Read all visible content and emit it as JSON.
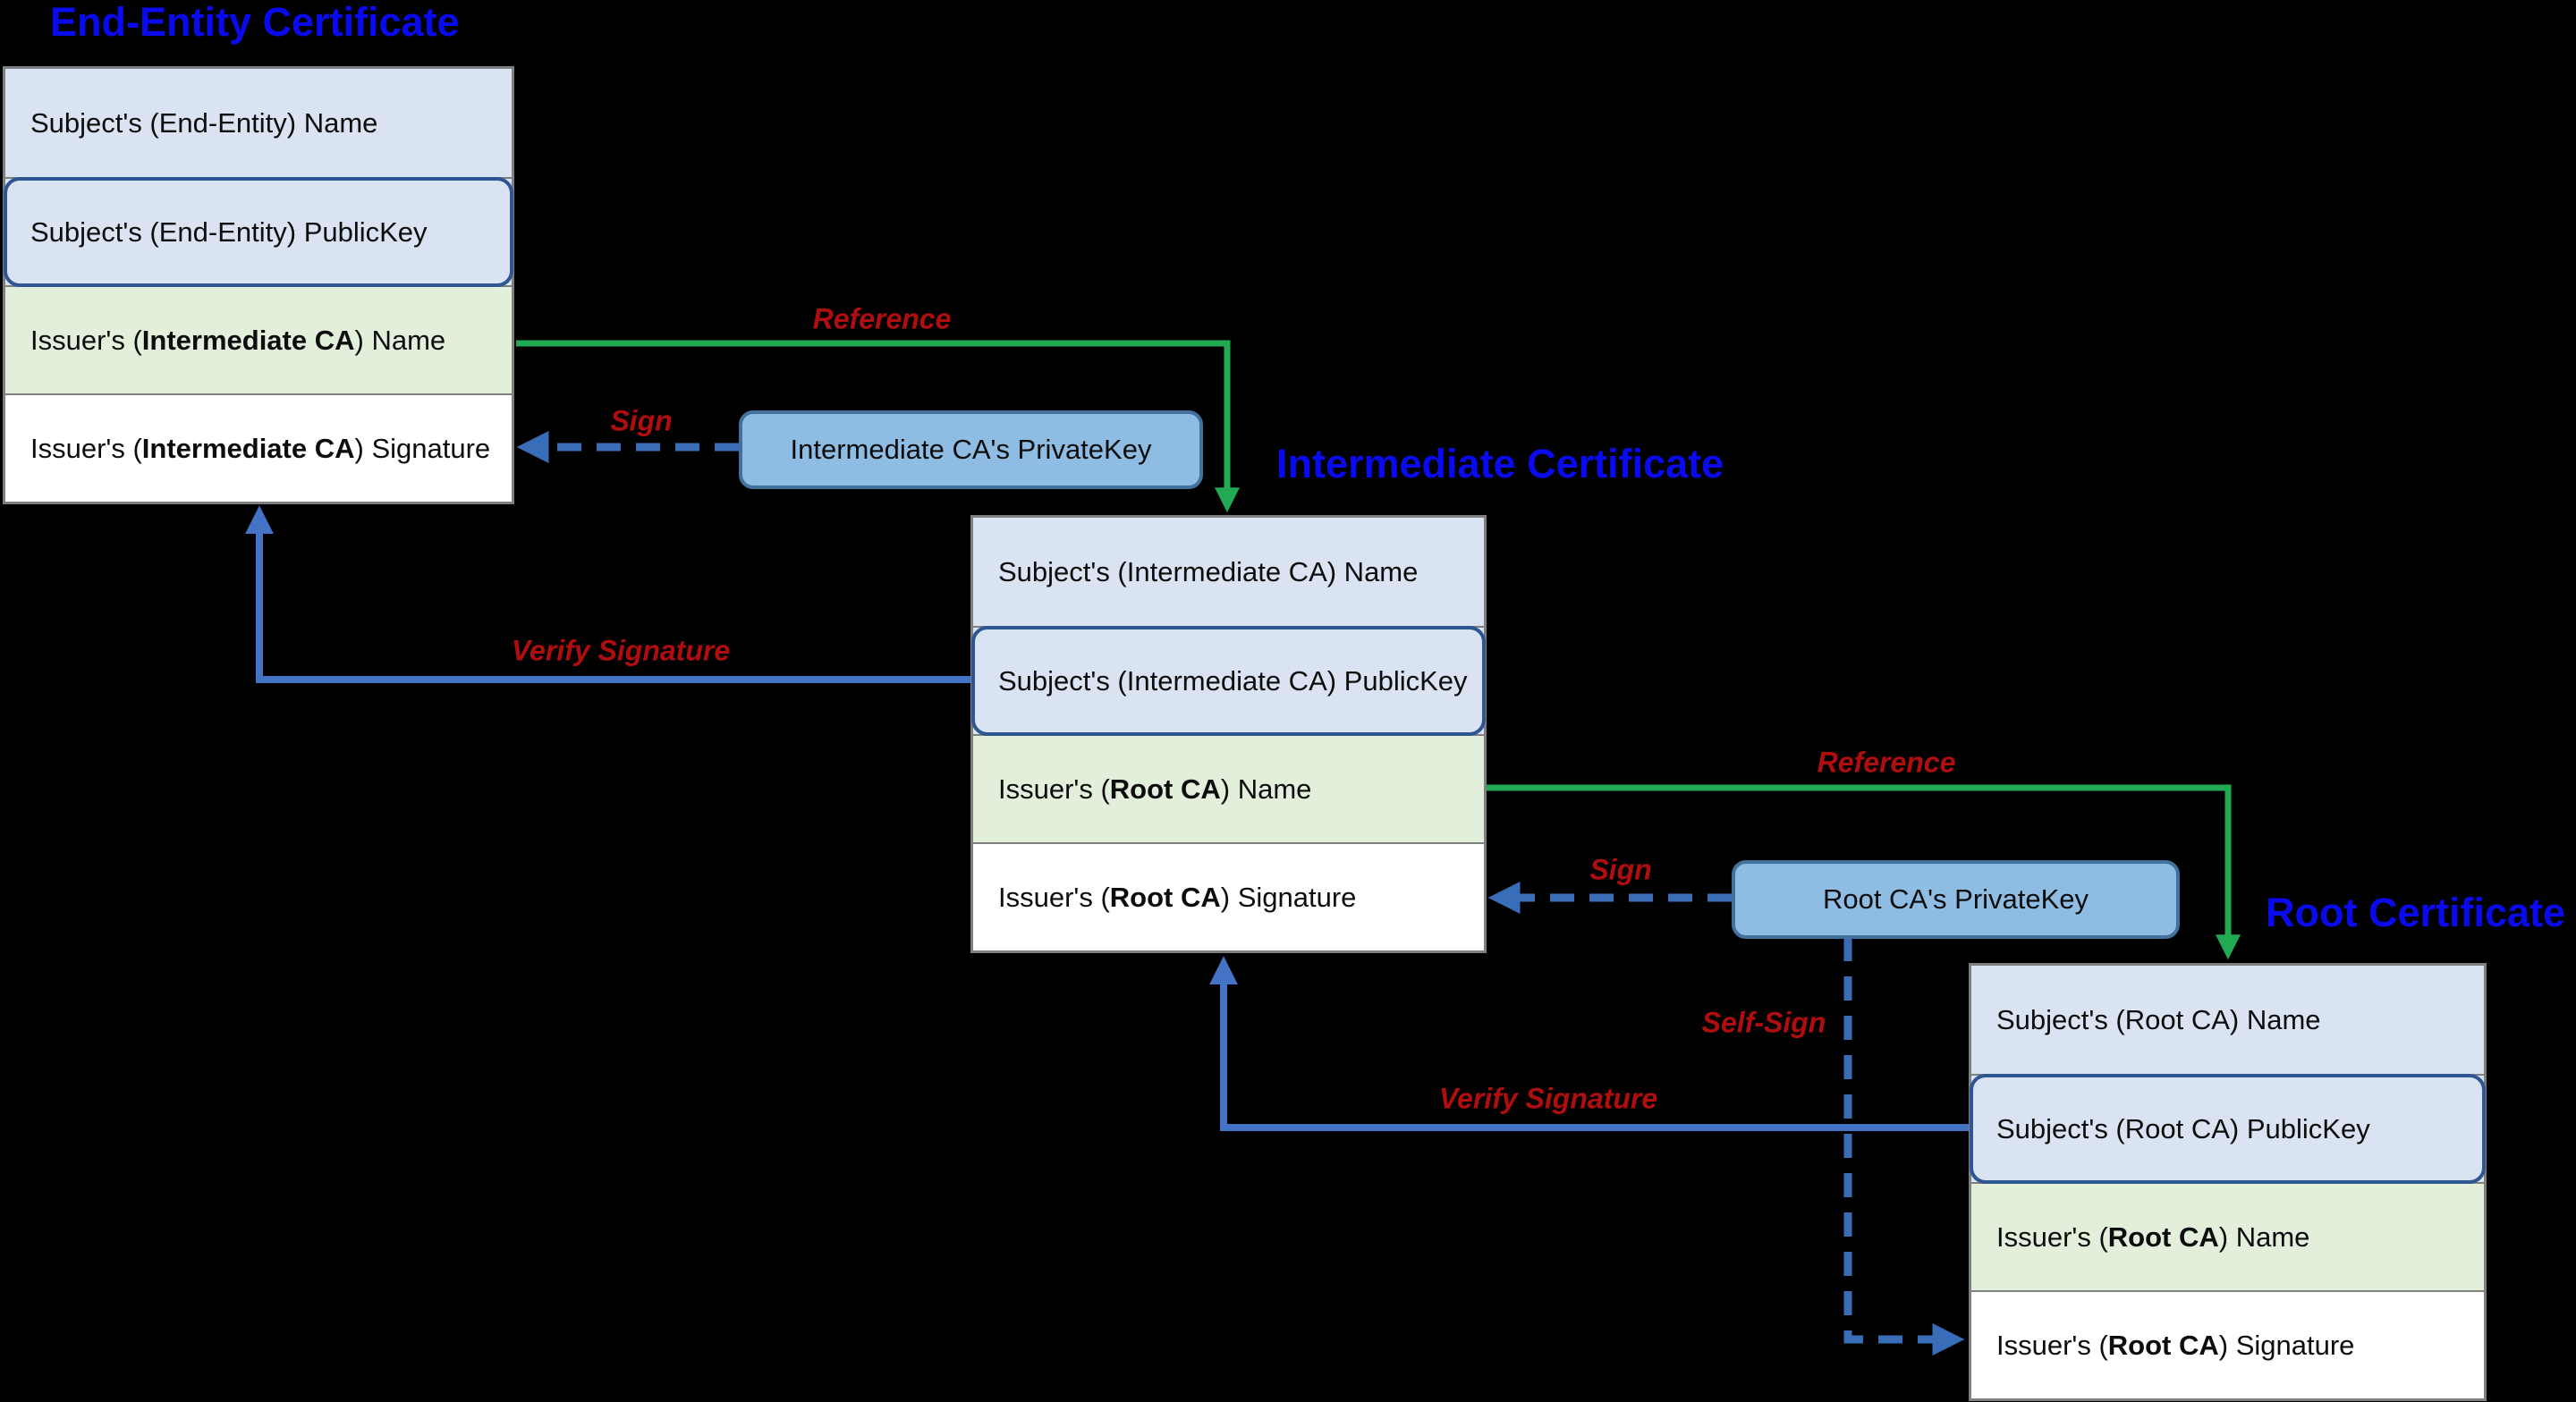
{
  "diagram": {
    "background": "#000000",
    "colors": {
      "title_blue": "#0a0aee",
      "edge_label_red": "#b00e0e",
      "reference_arrow_green": "#21a953",
      "verify_arrow_blue": "#4472c4",
      "sign_arrow_dashed_blue": "#3a6db8",
      "row_fill_blue": "#dae3f1",
      "row_fill_green": "#e2efda",
      "row_fill_white": "#ffffff",
      "privatekey_fill": "#8fbce2",
      "privatekey_border": "#41719c",
      "publickey_outline": "#2e5693",
      "table_border_gray": "#7f7f7f"
    },
    "certificates": [
      {
        "title": "End-Entity Certificate",
        "rows": [
          {
            "prefix": "Subject's (End-Entity) Name",
            "bold": "",
            "suffix": ""
          },
          {
            "prefix": "Subject's (End-Entity) PublicKey",
            "bold": "",
            "suffix": ""
          },
          {
            "prefix": "Issuer's (",
            "bold": "Intermediate CA",
            "suffix": ") Name"
          },
          {
            "prefix": "Issuer's (",
            "bold": "Intermediate CA",
            "suffix": ") Signature"
          }
        ]
      },
      {
        "title": "Intermediate Certificate",
        "rows": [
          {
            "prefix": "Subject's (Intermediate CA) Name",
            "bold": "",
            "suffix": ""
          },
          {
            "prefix": "Subject's (Intermediate CA) PublicKey",
            "bold": "",
            "suffix": ""
          },
          {
            "prefix": "Issuer's (",
            "bold": "Root CA",
            "suffix": ") Name"
          },
          {
            "prefix": "Issuer's (",
            "bold": "Root CA",
            "suffix": ") Signature"
          }
        ]
      },
      {
        "title": "Root Certificate",
        "rows": [
          {
            "prefix": "Subject's (Root CA) Name",
            "bold": "",
            "suffix": ""
          },
          {
            "prefix": "Subject's (Root CA) PublicKey",
            "bold": "",
            "suffix": ""
          },
          {
            "prefix": "Issuer's (",
            "bold": "Root CA",
            "suffix": ") Name"
          },
          {
            "prefix": "Issuer's (",
            "bold": "Root CA",
            "suffix": ") Signature"
          }
        ]
      }
    ],
    "keys": [
      {
        "label": "Intermediate CA's PrivateKey"
      },
      {
        "label": "Root CA's PrivateKey"
      }
    ],
    "edge_labels": {
      "reference1": "Reference",
      "sign1": "Sign",
      "verify1": "Verify Signature",
      "reference2": "Reference",
      "sign2": "Sign",
      "verify2": "Verify Signature",
      "selfsign": "Self-Sign"
    }
  }
}
